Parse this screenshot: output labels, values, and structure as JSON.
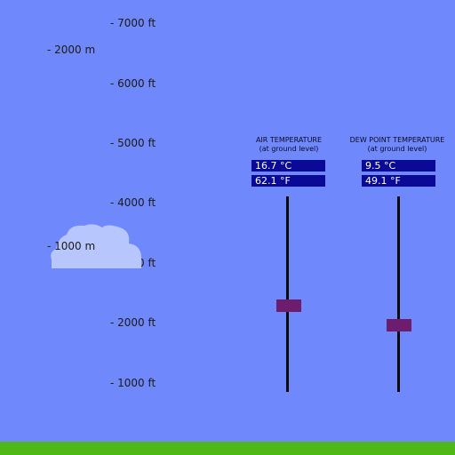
{
  "colors": {
    "sky": "#6f88fc",
    "ground": "#4db816",
    "readout_bg": "#0a0a96",
    "track": "#0a0a0a",
    "thumb": "#6e1d6e",
    "cloud": "#b7c6fd"
  },
  "altitude_scale": {
    "feet_ticks": [
      "- 7000 ft",
      "- 6000 ft",
      "- 5000 ft",
      "- 4000 ft",
      "- 3000 ft",
      "- 2000 ft",
      "- 1000 ft"
    ],
    "meter_ticks": [
      "- 2000 m",
      "- 1000 m"
    ]
  },
  "cloud": {
    "icon": "cloud-icon"
  },
  "air_temperature": {
    "title": "AIR TEMPERATURE",
    "subtitle": "(at ground level)",
    "celsius": "16.7 °C",
    "fahrenheit": "62.1 °F",
    "slider_level": 0.44
  },
  "dew_point": {
    "title": "DEW POINT TEMPERATURE",
    "subtitle": "(at ground level)",
    "celsius": "9.5 °C",
    "fahrenheit": "49.1 °F",
    "slider_level": 0.34
  }
}
